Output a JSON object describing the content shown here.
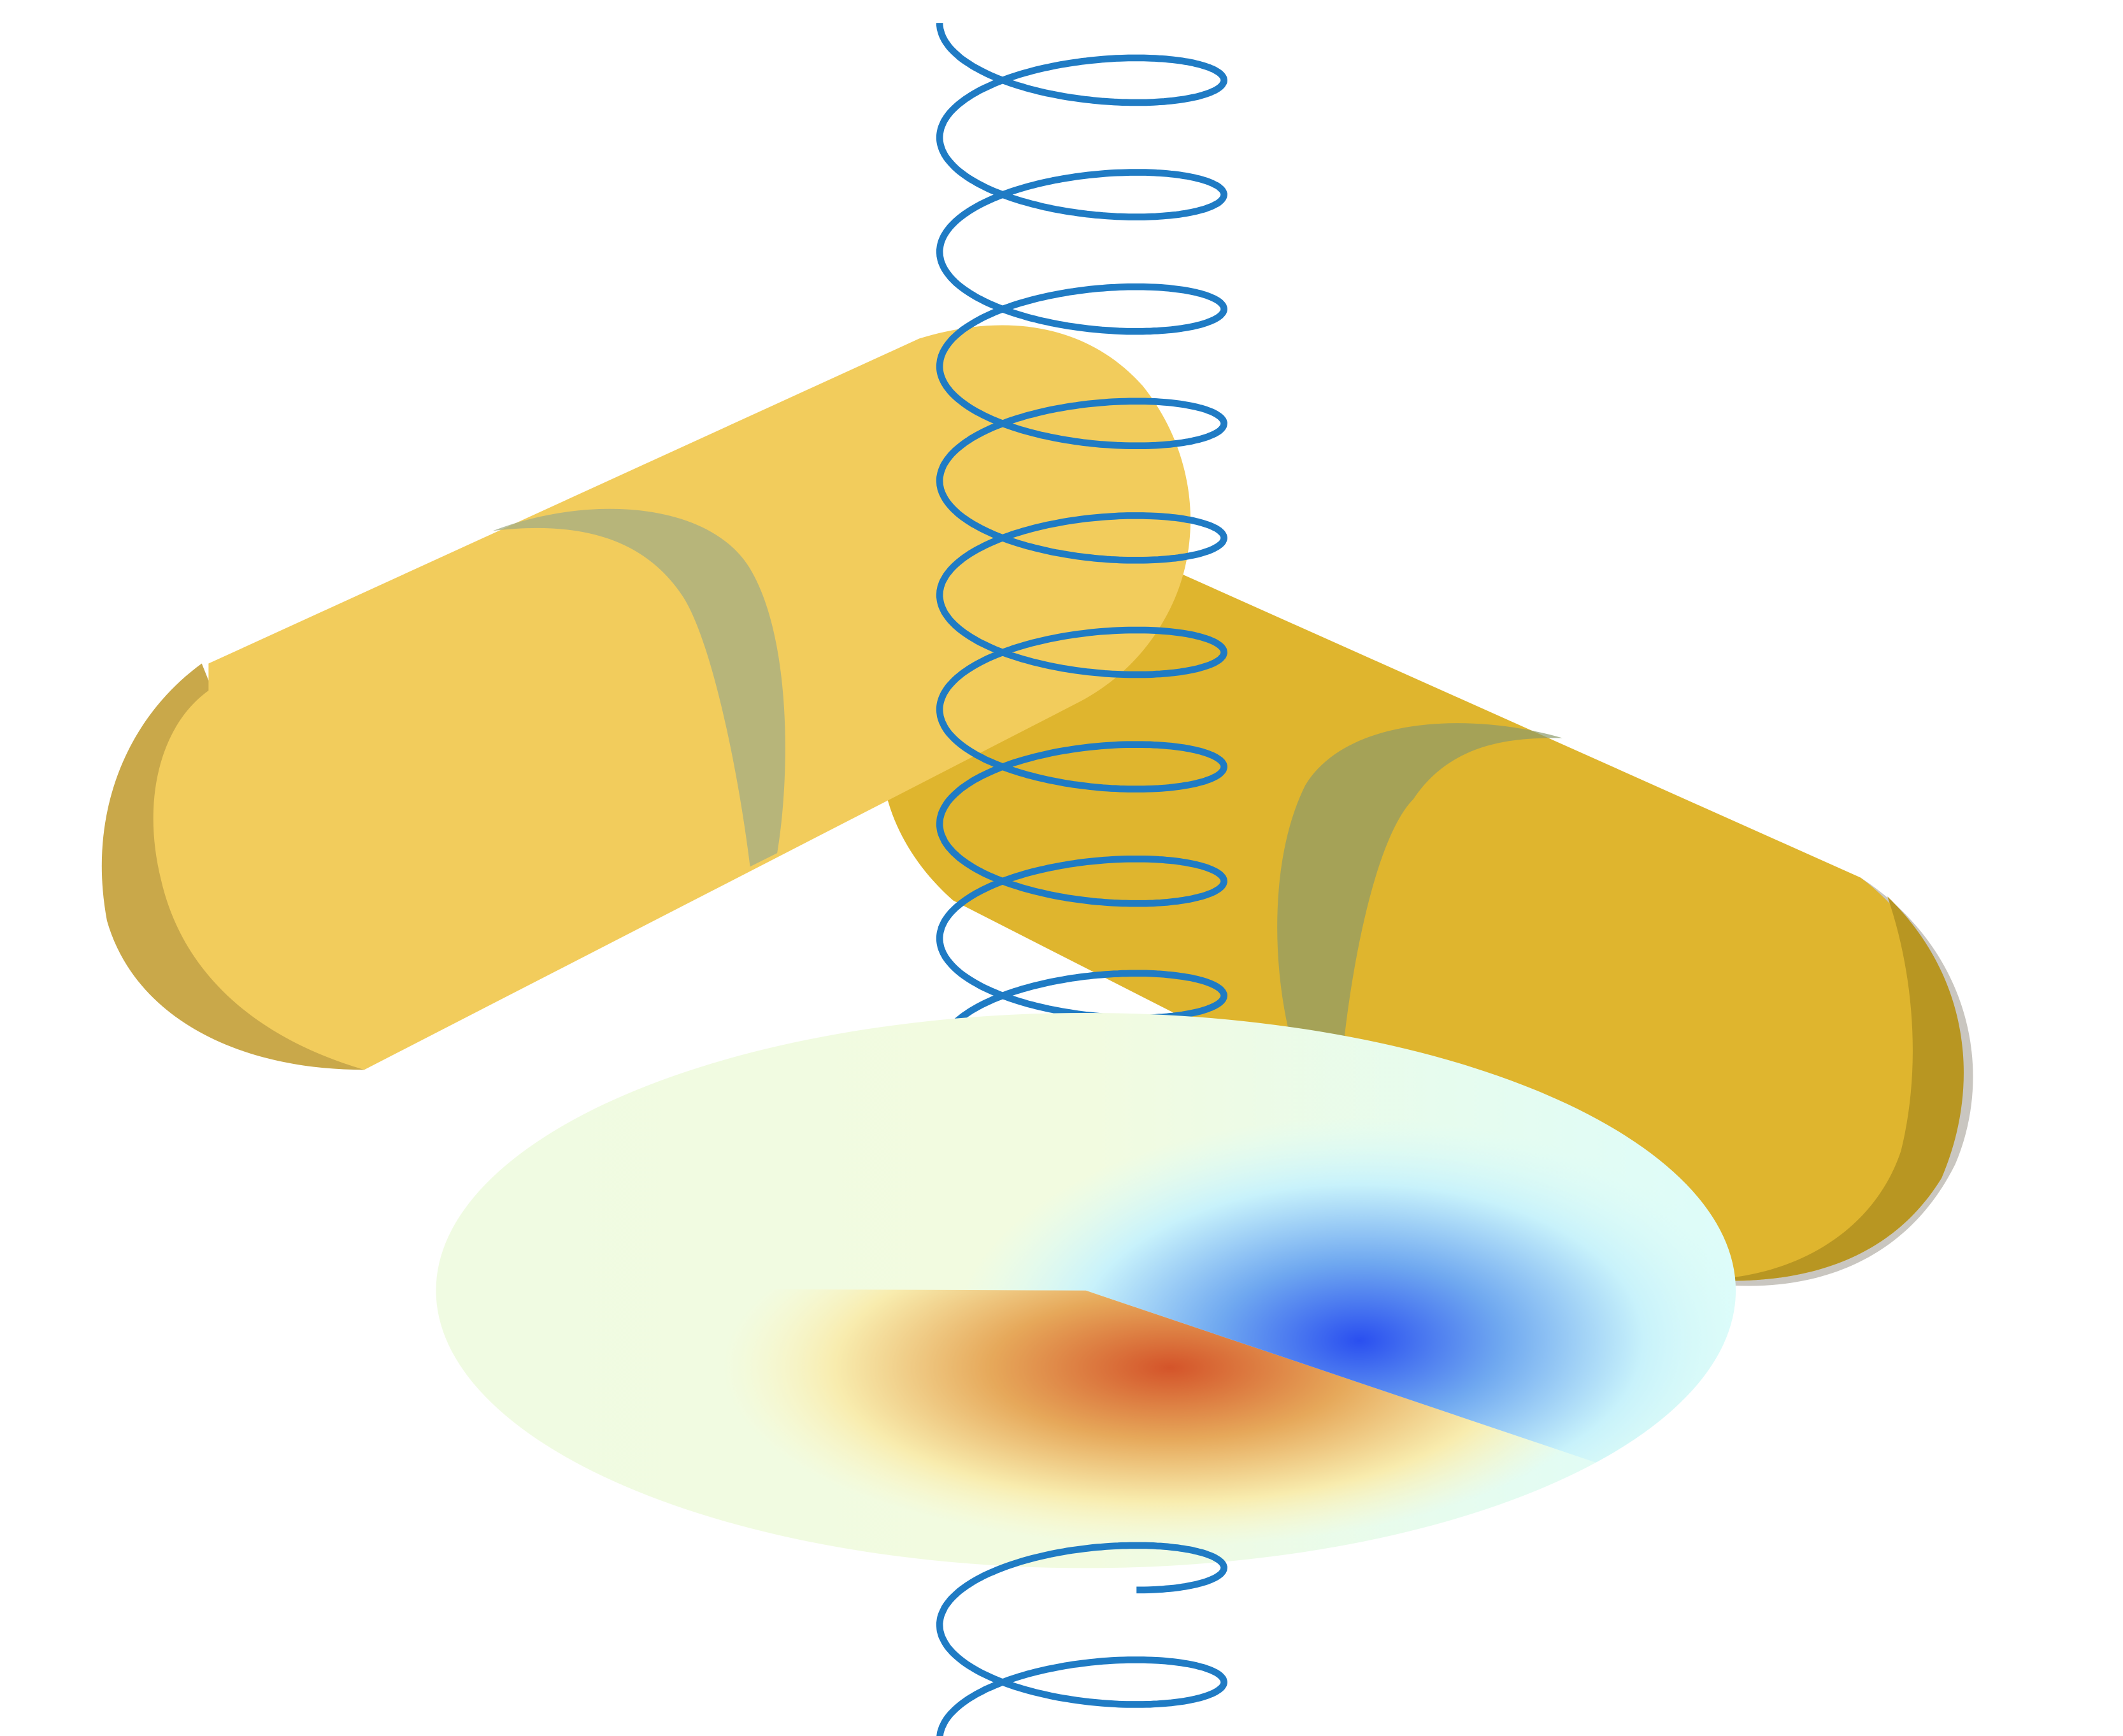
{
  "colors": {
    "helix": "#1f7bc4",
    "cylinder_light": "#f2cc5c",
    "cylinder_dark": "#dfb52e",
    "cylinder_shadow": "#c9a84a",
    "disk_blue": "#2a4ff0",
    "disk_red": "#d4542a",
    "disk_cyan": "#d8fbff",
    "disk_yellow": "#fbf5c0"
  },
  "elements": {
    "helix_turns": 11,
    "cylinders": 2,
    "field_disk": 1
  }
}
